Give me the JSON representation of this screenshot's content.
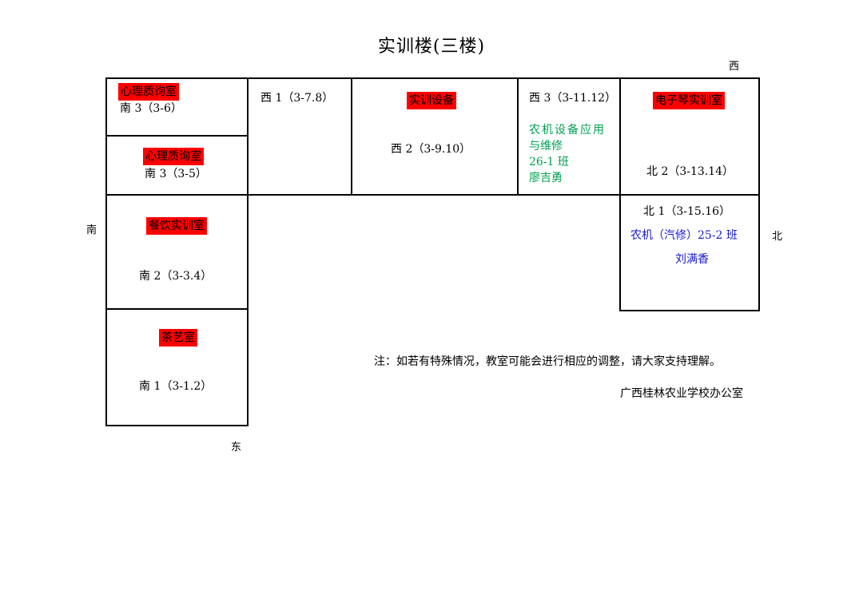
{
  "title": "实训楼(三楼)",
  "directions": {
    "west": "西",
    "south": "南",
    "north": "北",
    "east": "东"
  },
  "rooms": {
    "south3a": {
      "tag": "心理质询室",
      "code": "南 3（3-6）"
    },
    "south3b": {
      "tag": "心理质询室",
      "code": "南 3（3-5）"
    },
    "south2": {
      "tag": "餐饮实训室",
      "code": "南 2（3-3.4）"
    },
    "south1": {
      "tag": "茶艺室",
      "code": "南 1（3-1.2）"
    },
    "west1": {
      "code": "西 1（3-7.8）"
    },
    "west2": {
      "tag": "实训设备",
      "code": "西 2（3-9.10）"
    },
    "west3": {
      "code": "西 3（3-11.12）",
      "class_lines": [
        "农机设备应用",
        "与维修",
        "26-1 班",
        "廖吉勇"
      ]
    },
    "north2": {
      "tag": "电子琴实训室",
      "code": "北 2（3-13.14）"
    },
    "north1": {
      "code": "北 1（3-15.16）",
      "class_name": "农机（汽修）25-2 班",
      "teacher": "刘满香"
    }
  },
  "note": "注：如若有特殊情况，教室可能会进行相应的调整，请大家支持理解。",
  "office": "广西桂林农业学校办公室",
  "colors": {
    "tag_bg": "#ff0000",
    "green_text": "#00a050",
    "blue_text": "#1a1ad0"
  }
}
